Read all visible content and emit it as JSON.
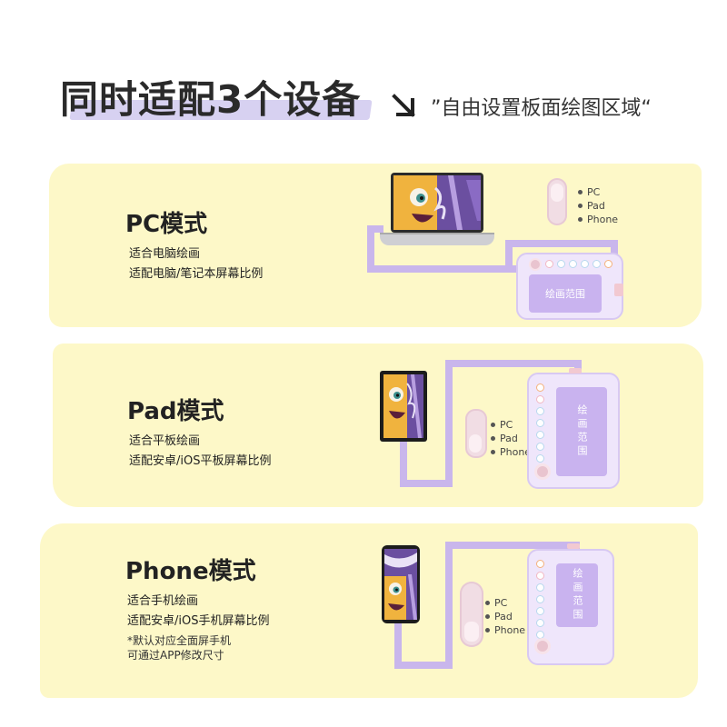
{
  "headline": {
    "title": "同时适配3个设备"
  },
  "subheadline": {
    "text": "”自由设置板面绘图区域“",
    "icon": "arrow-down-right-icon"
  },
  "colors": {
    "panel": "#fdf8c8",
    "cable": "#c9b6ec",
    "board": "#efe6fb",
    "drawing_area": "#c9b3ef",
    "switch": "#f1dde4",
    "highlight": "#d7d1f1"
  },
  "switch_options": [
    "PC",
    "Pad",
    "Phone"
  ],
  "modes": [
    {
      "title": "PC模式",
      "lines": [
        "适合电脑绘画",
        "适配电脑/笔记本屏幕比例"
      ],
      "area_label": "绘画范围"
    },
    {
      "title": "Pad模式",
      "lines": [
        "适合平板绘画",
        "适配安卓/iOS平板屏幕比例"
      ],
      "area_label": "绘画范围"
    },
    {
      "title": "Phone模式",
      "lines": [
        "适合手机绘画",
        "适配安卓/iOS手机屏幕比例"
      ],
      "notes": [
        "*默认对应全面屏手机",
        "可通过APP修改尺寸"
      ],
      "area_label": "绘画范围"
    }
  ]
}
